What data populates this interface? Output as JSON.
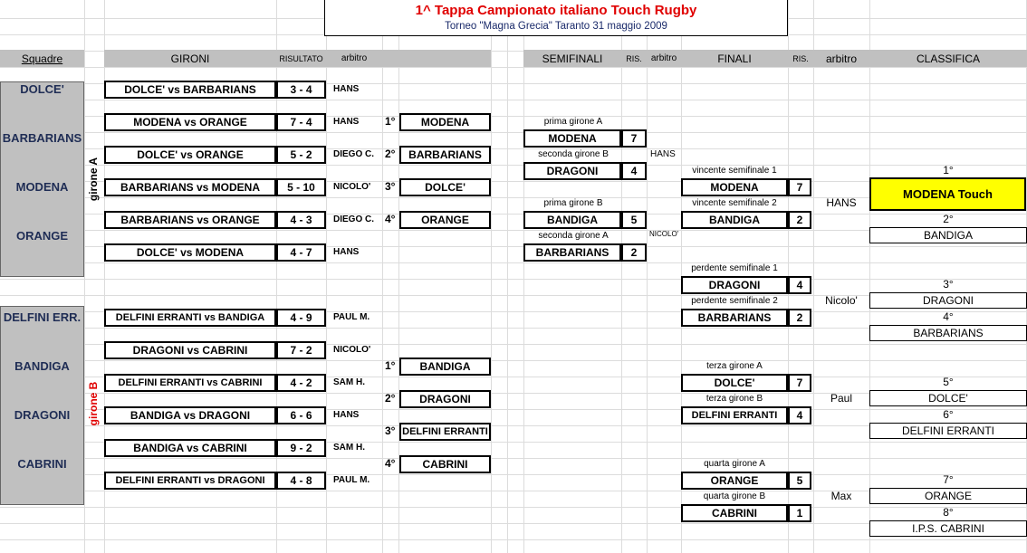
{
  "title": "1^ Tappa Campionato italiano Touch Rugby",
  "subtitle": "Torneo \"Magna Grecia\"  Taranto 31 maggio 2009",
  "headers": {
    "squadre": "Squadre",
    "gironi": "GIRONI",
    "risultato": "RISULTATO",
    "arbitro": "arbitro",
    "semifinali": "SEMIFINALI",
    "ris": "RIS.",
    "arbitro2": "arbitro",
    "finali": "FINALI",
    "ris2": "RIS.",
    "arbitro3": "arbitro",
    "classifica": "CLASSIFICA"
  },
  "groups": [
    {
      "label": "girone A",
      "label_color": "#000000",
      "teams": [
        "DOLCE'",
        "BARBARIANS",
        "MODENA",
        "ORANGE"
      ]
    },
    {
      "label": "girone B",
      "label_color": "#e00000",
      "teams": [
        "DELFINI ERR.",
        "BANDIGA",
        "DRAGONI",
        "CABRINI"
      ]
    }
  ],
  "matches": [
    {
      "match": "DOLCE' vs BARBARIANS",
      "score": "3 - 4",
      "ref": "HANS"
    },
    {
      "match": "MODENA vs ORANGE",
      "score": "7 - 4",
      "ref": "HANS"
    },
    {
      "match": "DOLCE'  vs   ORANGE",
      "score": "5 - 2",
      "ref": "DIEGO C."
    },
    {
      "match": "BARBARIANS  vs  MODENA",
      "score": "5 - 10",
      "ref": "NICOLO'"
    },
    {
      "match": "BARBARIANS  vs  ORANGE",
      "score": "4 - 3",
      "ref": "DIEGO C."
    },
    {
      "match": "DOLCE'  vs  MODENA",
      "score": "4 - 7",
      "ref": "HANS"
    },
    {
      "match": "DELFINI ERRANTI vs BANDIGA",
      "score": "4 - 9",
      "ref": "PAUL M."
    },
    {
      "match": "DRAGONI vs CABRINI",
      "score": "7 - 2",
      "ref": "NICOLO'"
    },
    {
      "match": "DELFINI ERRANTI vs CABRINI",
      "score": "4 - 2",
      "ref": "SAM H."
    },
    {
      "match": "BANDIGA vs DRAGONI",
      "score": "6 - 6",
      "ref": "HANS"
    },
    {
      "match": "BANDIGA vs CABRINI",
      "score": "9 - 2",
      "ref": "SAM H."
    },
    {
      "match": "DELFINI ERRANTI vs DRAGONI",
      "score": "4 - 8",
      "ref": "PAUL M."
    }
  ],
  "standings_a": [
    {
      "pos": "1°",
      "team": "MODENA"
    },
    {
      "pos": "2°",
      "team": "BARBARIANS"
    },
    {
      "pos": "3°",
      "team": "DOLCE'"
    },
    {
      "pos": "4°",
      "team": "ORANGE"
    }
  ],
  "standings_b": [
    {
      "pos": "1°",
      "team": "BANDIGA"
    },
    {
      "pos": "2°",
      "team": "DRAGONI"
    },
    {
      "pos": "3°",
      "team": "DELFINI ERRANTI"
    },
    {
      "pos": "4°",
      "team": "CABRINI"
    }
  ],
  "semifinals": [
    {
      "cap1": "prima girone A",
      "team1": "MODENA",
      "score1": "7",
      "cap2": "seconda girone B",
      "team2": "DRAGONI",
      "score2": "4",
      "ref": "HANS"
    },
    {
      "cap1": "prima girone B",
      "team1": "BANDIGA",
      "score1": "5",
      "cap2": "seconda girone A",
      "team2": "BARBARIANS",
      "score2": "2",
      "ref": "NICOLO'"
    }
  ],
  "finals": [
    {
      "cap1": "vincente semifinale 1",
      "team1": "MODENA",
      "score1": "7",
      "cap2": "vincente semifinale 2",
      "team2": "BANDIGA",
      "score2": "2",
      "ref": "HANS"
    },
    {
      "cap1": "perdente semifinale 1",
      "team1": "DRAGONI",
      "score1": "4",
      "cap2": "perdente semifinale 2",
      "team2": "BARBARIANS",
      "score2": "2",
      "ref": "Nicolo'"
    },
    {
      "cap1": "terza girone A",
      "team1": "DOLCE'",
      "score1": "7",
      "cap2": "terza girone B",
      "team2": "DELFINI ERRANTI",
      "score2": "4",
      "ref": "Paul"
    },
    {
      "cap1": "quarta girone A",
      "team1": "ORANGE",
      "score1": "5",
      "cap2": "quarta girone B",
      "team2": "CABRINI",
      "score2": "1",
      "ref": "Max"
    }
  ],
  "classifica": [
    {
      "pos": "1°",
      "team": "MODENA Touch",
      "highlight_color": "#ffff00"
    },
    {
      "pos": "2°",
      "team": "BANDIGA"
    },
    {
      "pos": "3°",
      "team": "DRAGONI"
    },
    {
      "pos": "4°",
      "team": "BARBARIANS"
    },
    {
      "pos": "5°",
      "team": "DOLCE'"
    },
    {
      "pos": "6°",
      "team": "DELFINI ERRANTI"
    },
    {
      "pos": "7°",
      "team": "ORANGE"
    },
    {
      "pos": "8°",
      "team": "I.P.S. CABRINI"
    }
  ]
}
